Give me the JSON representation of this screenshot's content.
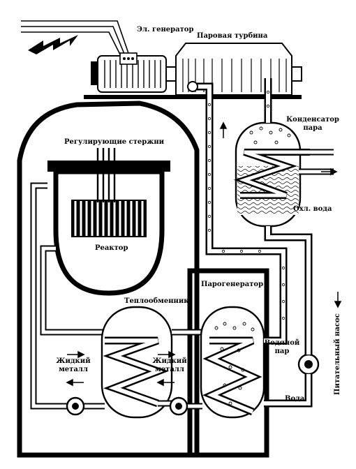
{
  "labels": {
    "generator": "Эл. генератор",
    "turbine": "Паровая турбина",
    "condenser": "Конденсатор пара",
    "control_rods": "Регулирующие стержни",
    "reactor": "Реактор",
    "cooling_water": "Охл. вода",
    "steam_generator": "Парогенератор",
    "heat_exchanger": "Теплообменник",
    "liquid_metal": "Жидкий металл",
    "water_vapor": "Водяной пар",
    "water": "Вода",
    "feed_pump": "Питательный насос"
  },
  "colors": {
    "ink": "#000000",
    "paper": "#ffffff",
    "light_ink": "#444444"
  }
}
